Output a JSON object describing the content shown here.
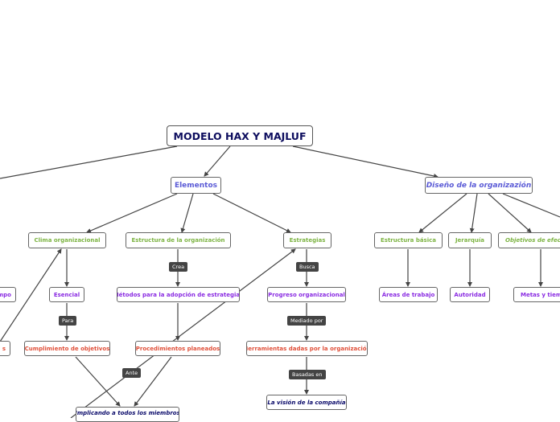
{
  "title": "MODELO HAX Y MAJLUF",
  "nodes": {
    "elementos": "Elementos",
    "diseno": "Diseño de la organizazión",
    "clima": "Clima organizacional",
    "estructura_org": "Estructura de la organización",
    "estrategias": "Estrategias",
    "estructura_basica": "Estructura básica",
    "jerarquia": "Jerarquía",
    "objetivos_efec": "Objetivos de efec",
    "tiempo_left": "mpo",
    "esencial": "Esencial",
    "metodos": "Métodos para la adopción de estrategias",
    "progreso": "Progreso organizacional",
    "areas": "Áreas de trabajo",
    "autoridad": "Autoridad",
    "metas": "Metas y tiempo",
    "s_left": "s",
    "cumplimiento": "Cumplimiento de objetivos",
    "procedimientos": "Procedimientos planeados",
    "herramientas": "Herramientas dadas por la organización",
    "vision": "La visión de la compañía",
    "implicando": "Implicando a todos los miembros"
  },
  "labels": {
    "crea": "Crea",
    "busca": "Busca",
    "para": "Para",
    "mediado": "Mediado por",
    "ante": "Ante",
    "basadas": "Basadas en"
  },
  "colors": {
    "edge": "#444444",
    "root_text": "#0d0d5e",
    "level1_text": "#5b5bd6",
    "green_text": "#7cb342",
    "purple_text": "#8a2be2",
    "red_text": "#e0503a",
    "navy_text": "#0a0a6a"
  }
}
